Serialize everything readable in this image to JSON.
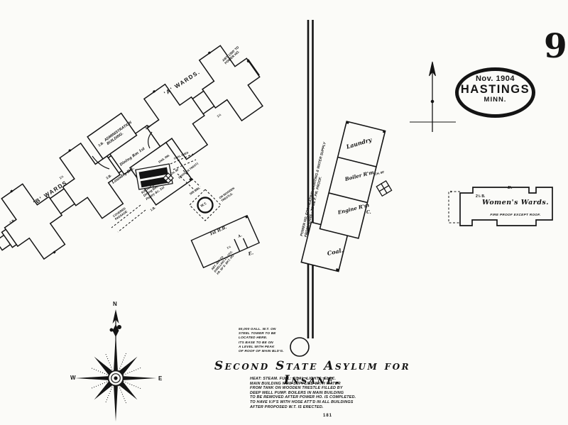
{
  "colors": {
    "ink": "#141414",
    "paper": "#fbfbf8"
  },
  "page": {
    "sheet_number": "9",
    "bottom_mark": "181"
  },
  "badge": {
    "date": "Nov. 1904",
    "city": "HASTINGS",
    "state": "MINN."
  },
  "compass": {
    "n": "N",
    "w": "W",
    "e": "E"
  },
  "title": "Second State Asylum for Insane.",
  "notes": {
    "lines": [
      "HEAT: STEAM. FUEL: COAL. LIGHTS: ELEC.",
      "MAIN BUILDING NOW SUPPLIED WITH WATER",
      "FROM TANK ON WOODEN TRESTLE FILLED BY",
      "DEEP WELL PUMP. BOILERS IN MAIN BUILDING",
      "TO BE REMOVED AFTER POWER HO. IS COMPLETED.",
      "TO HAVE V.P'S WITH HOSE ATT'D IN ALL BUILDINGS",
      "AFTER PROPOSED W.T. IS ERECTED."
    ]
  },
  "wt_note": {
    "lines": [
      "50,000 GALL. W.T. ON",
      "STEEL TOWER TO BE",
      "LOCATED HERE.",
      "ITS BASE TO BE ON",
      "A LEVEL WITH PEAK",
      "OF ROOF OF MAIN BLD'G."
    ]
  },
  "main_complex": {
    "a_wards": "'A' WARDS.",
    "b_wards": "'B' WARDS",
    "abt_power": [
      "ABT. 1300' TO",
      "POWER HO."
    ],
    "admin": [
      "ADMINISTRATION",
      "BUILDING."
    ],
    "two_b": "2.B.",
    "one_half": "1½",
    "dining": "Dining Rm 1st",
    "laundry_bst": "Laundry Bst.",
    "eng_rm": "ENG. RM.",
    "ch_80": "CH. 80'",
    "kitchen": [
      "Kitchen B.",
      "Dining Rm.",
      "Pantry &c. 1st"
    ],
    "covered_passage": [
      "COVERED",
      "PASSAGE"
    ],
    "one_b": "1.B.",
    "coal_shed": "COAL SHED",
    "wooden_trest": "(WOODEN TREST.)",
    "tank": {
      "size": "500 BBL",
      "wt": "W.T.",
      "trestle": [
        "ON WOODEN",
        "TRESTLE."
      ]
    },
    "hose_building": {
      "name": "1st H.B.",
      "a": "A.",
      "e": "E.",
      "one_half": "1½"
    },
    "dwelling_note": [
      "ABT. 400' TO",
      "DWELLING 1½ STO.",
      "FR. 50' E. BKT. HO."
    ]
  },
  "power_house": {
    "caption": [
      "POWER HO. FOR HEATING, LIGHTING & WATER SUPPLY",
      "FROM PLANS - TO BE F. PR. PROOF."
    ],
    "sections": {
      "laundry": "Laundry",
      "boiler": "Boiler R'm",
      "engine": "Engine R'm",
      "coal": "Coal."
    },
    "c": "C.",
    "chimney": "CH. 80'"
  },
  "womens_wards": {
    "stories": "2½ B.",
    "d": "D.",
    "name": "Women's Wards.",
    "note": "FIRE PROOF EXCEPT ROOF.",
    "dim": "7"
  }
}
